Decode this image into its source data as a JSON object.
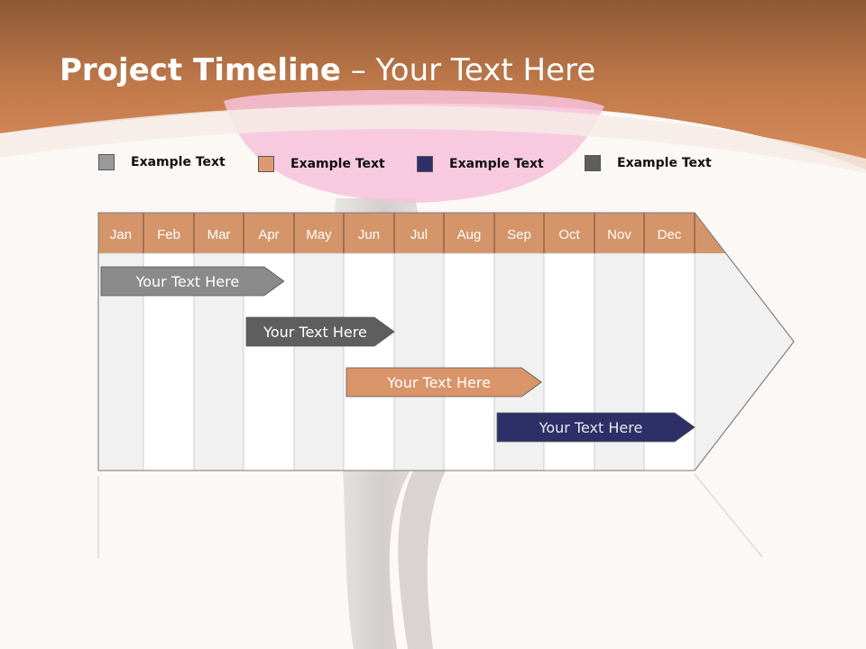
{
  "slide": {
    "title_bold": "Project Timeline",
    "title_rest": " – Your Text Here"
  },
  "legend": [
    {
      "label": "Example Text",
      "color": "#9a9a9a"
    },
    {
      "label": "Example Text",
      "color": "#dd9a70"
    },
    {
      "label": "Example Text",
      "color": "#2e2f66"
    },
    {
      "label": "Example Text",
      "color": "#5e5e5e"
    }
  ],
  "timeline": {
    "months": [
      "Jan",
      "Feb",
      "Mar",
      "Apr",
      "May",
      "Jun",
      "Jul",
      "Aug",
      "Sep",
      "Oct",
      "Nov",
      "Dec"
    ],
    "header_color": "#d4956a",
    "tasks": [
      {
        "label": "Your  Text Here",
        "start": 1,
        "end": 4.8,
        "color": "#8a8a8a"
      },
      {
        "label": "Your  Text Here",
        "start": 4,
        "end": 7.0,
        "color": "#5e5e5e"
      },
      {
        "label": "Your  Text Here",
        "start": 6,
        "end": 9.95,
        "color": "#d9946a"
      },
      {
        "label": "Your  Text Here",
        "start": 9,
        "end": 13.0,
        "color": "#2e2f66"
      }
    ]
  }
}
